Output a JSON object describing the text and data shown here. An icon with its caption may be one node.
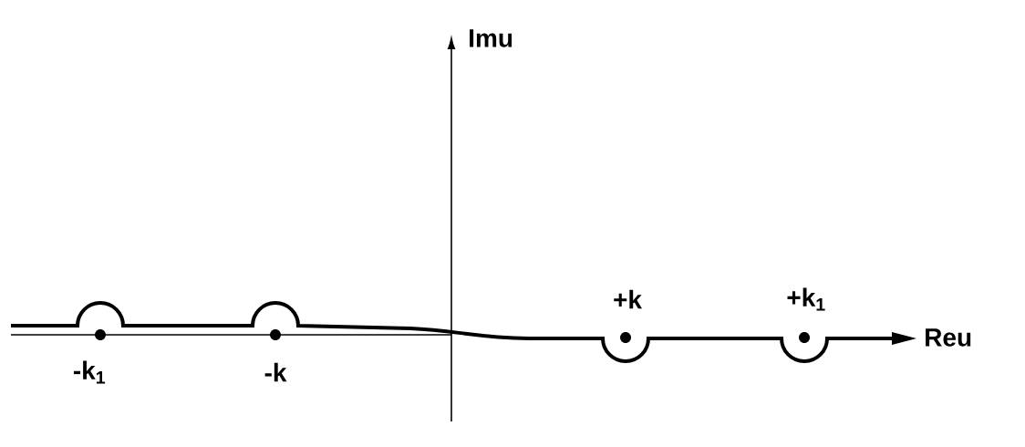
{
  "diagram": {
    "labels": [
      "Imu",
      "+k",
      "+k$_{1}$",
      "Reu",
      "-k$_{1}$",
      "-k"
    ]
  }
}
